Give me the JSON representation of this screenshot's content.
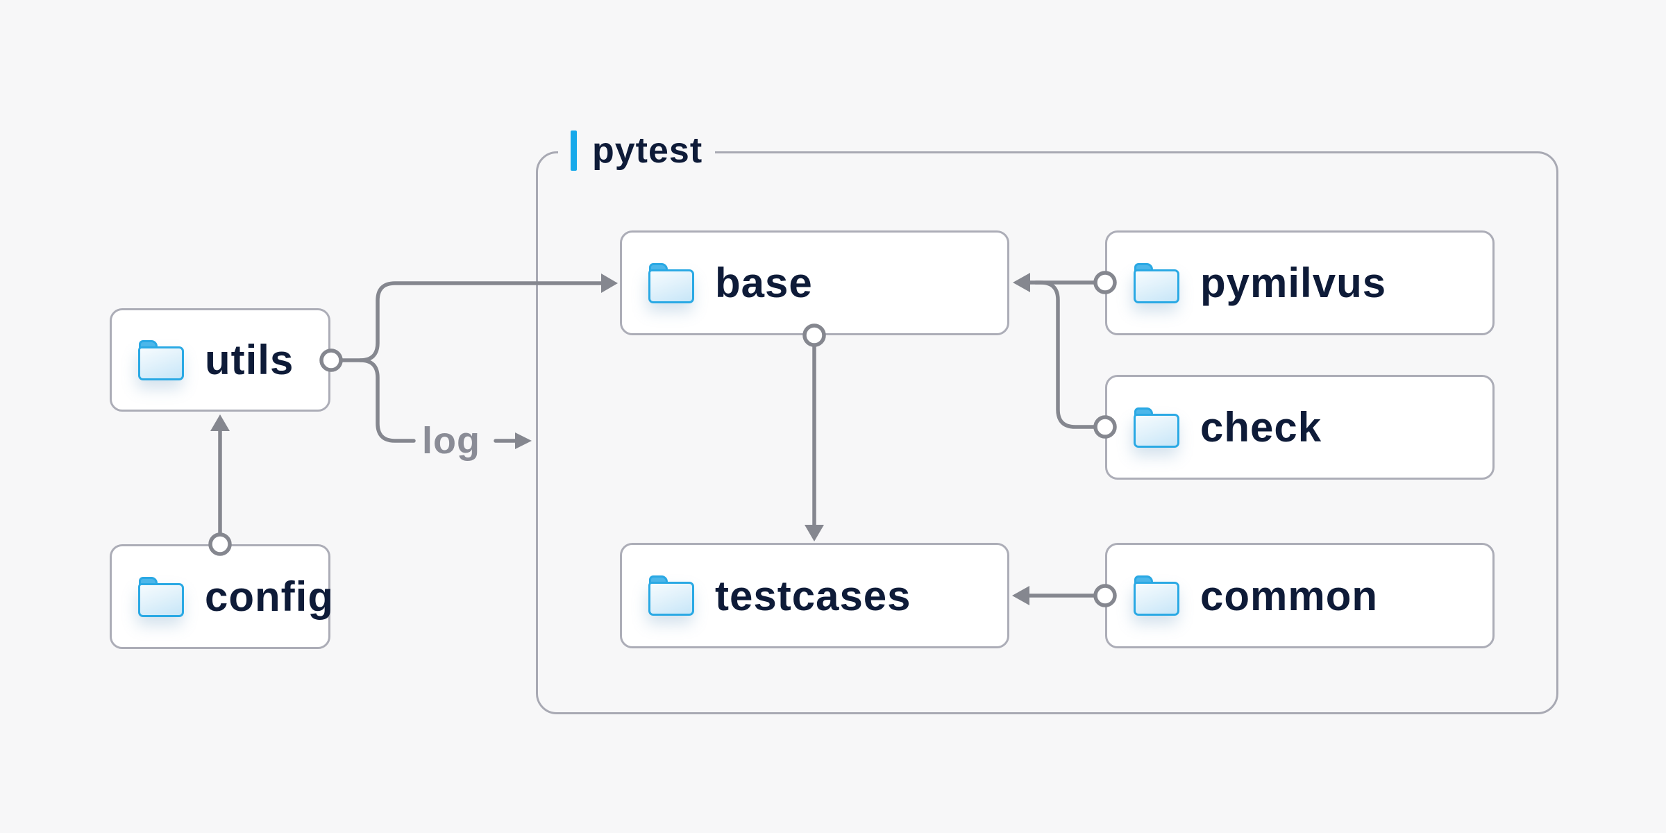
{
  "cluster": {
    "label": "pytest"
  },
  "nodes": {
    "utils": {
      "label": "utils",
      "icon": "folder"
    },
    "config": {
      "label": "config",
      "icon": "folder"
    },
    "base": {
      "label": "base",
      "icon": "folder"
    },
    "pymilvus": {
      "label": "pymilvus",
      "icon": "folder"
    },
    "check": {
      "label": "check",
      "icon": "folder"
    },
    "testcases": {
      "label": "testcases",
      "icon": "folder"
    },
    "common": {
      "label": "common",
      "icon": "folder"
    }
  },
  "edge_labels": {
    "log": "log"
  },
  "edges": [
    {
      "from": "utils",
      "to": "base"
    },
    {
      "from": "utils",
      "to": "log"
    },
    {
      "from": "config",
      "to": "utils"
    },
    {
      "from": "pymilvus",
      "to": "base"
    },
    {
      "from": "check",
      "to": "base"
    },
    {
      "from": "base",
      "to": "testcases"
    },
    {
      "from": "common",
      "to": "testcases"
    }
  ],
  "colors": {
    "accent_blue": "#17A9EA",
    "folder_blue": "#2AA9E4",
    "line_gray": "#85878F",
    "node_text": "#0E1B38",
    "muted_text": "#8A8C96",
    "background": "#F7F7F8",
    "node_background": "#FFFFFF",
    "border_gray": "#ACADB7"
  }
}
